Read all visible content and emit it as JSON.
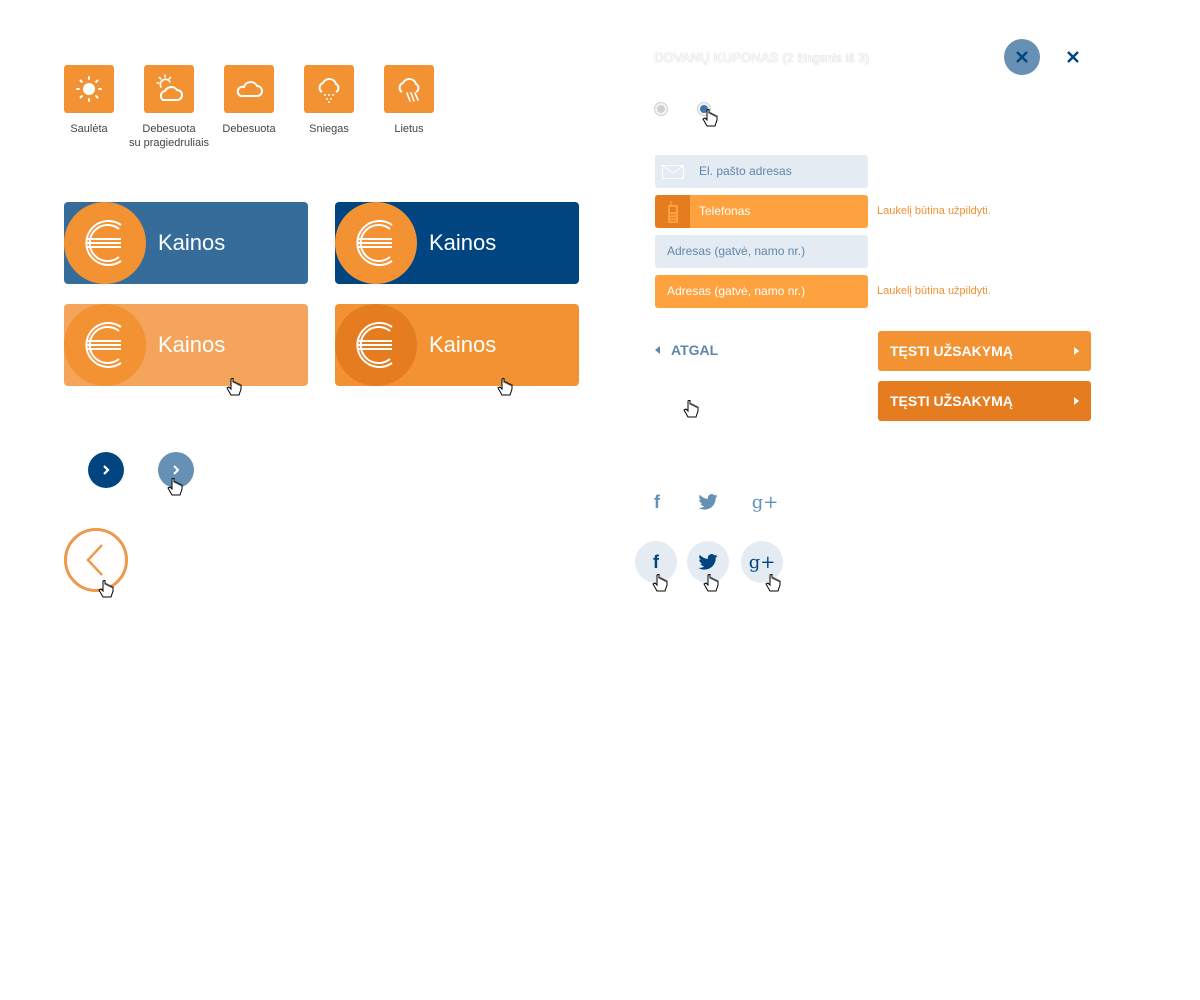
{
  "weather": [
    {
      "label": "Saulėta",
      "icon": "sun-icon"
    },
    {
      "label": "Debesuota su pragiedruliais",
      "line1": "Debesuota",
      "line2": "su pragiedruliais",
      "icon": "partly-cloudy-icon"
    },
    {
      "label": "Debesuota",
      "icon": "cloud-icon"
    },
    {
      "label": "Sniegas",
      "icon": "snow-icon"
    },
    {
      "label": "Lietus",
      "icon": "rain-icon"
    }
  ],
  "price_buttons": [
    {
      "label": "Kainos",
      "state": "default",
      "color": "#356c99"
    },
    {
      "label": "Kainos",
      "state": "active",
      "color": "#004580"
    },
    {
      "label": "Kainos",
      "state": "hover-light",
      "color": "#f5a55b"
    },
    {
      "label": "Kainos",
      "state": "hover",
      "color": "#f39233"
    }
  ],
  "panel": {
    "title": "DOVANŲ KUPONAS",
    "subtitle": "(2 žingsnis iš 3)",
    "radios": [
      {
        "checked": false
      },
      {
        "checked": true
      }
    ],
    "fields": [
      {
        "placeholder": "El. pašto adresas",
        "icon": "envelope-icon",
        "state": "normal"
      },
      {
        "placeholder": "Telefonas",
        "icon": "phone-icon",
        "state": "error",
        "error": "Laukelį būtina užpildyti."
      },
      {
        "placeholder": "Adresas (gatvė, namo nr.)",
        "state": "normal"
      },
      {
        "placeholder": "Adresas (gatvė, namo nr.)",
        "state": "error",
        "error": "Laukelį būtina užpildyti."
      }
    ],
    "back_label": "ATGAL",
    "continue_label": "TĘSTI UŽSAKYMĄ",
    "continue_hover_label": "TĘSTI UŽSAKYMĄ"
  },
  "social": {
    "facebook": "f",
    "googleplus": "g+"
  },
  "colors": {
    "orange": "#f39233",
    "orange_dark": "#e57c1f",
    "blue": "#356c99",
    "navy": "#004580",
    "light_blue": "#6690b4",
    "field_bg": "#e4ebf2"
  }
}
